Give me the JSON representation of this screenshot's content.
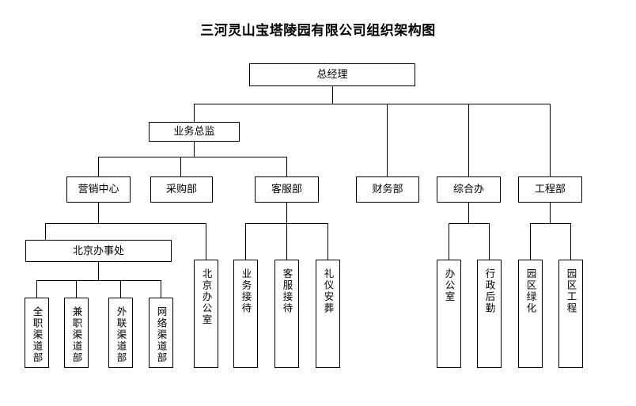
{
  "document": {
    "title": "三河灵山宝塔陵园有限公司组织架构图"
  },
  "chart_data": {
    "type": "diagram",
    "diagram_kind": "organizational-chart",
    "title": "三河灵山宝塔陵园有限公司组织架构图",
    "orientation": "top-down",
    "style": {
      "box_fill": "#ffffff",
      "box_stroke": "#000000",
      "connector_color": "#000000",
      "background": "#ffffff",
      "text_color": "#000000"
    },
    "levels": [
      [
        "总经理"
      ],
      [
        "业务总监"
      ],
      [
        "营销中心",
        "采购部",
        "客服部",
        "财务部",
        "综合办",
        "工程部"
      ],
      [
        "北京办事处",
        "北京办公室",
        "业务接待",
        "客服接待",
        "礼仪安葬",
        "办公室",
        "行政后勤",
        "园区绿化",
        "园区工程"
      ],
      [
        "全职渠道部",
        "兼职渠道部",
        "外联渠道部",
        "网络渠道部"
      ]
    ],
    "edges": [
      {
        "from": "总经理",
        "to": "业务总监"
      },
      {
        "from": "总经理",
        "to": "财务部"
      },
      {
        "from": "总经理",
        "to": "综合办"
      },
      {
        "from": "总经理",
        "to": "工程部"
      },
      {
        "from": "业务总监",
        "to": "营销中心"
      },
      {
        "from": "业务总监",
        "to": "采购部"
      },
      {
        "from": "业务总监",
        "to": "客服部"
      },
      {
        "from": "营销中心",
        "to": "北京办事处"
      },
      {
        "from": "营销中心",
        "to": "北京办公室"
      },
      {
        "from": "北京办事处",
        "to": "全职渠道部"
      },
      {
        "from": "北京办事处",
        "to": "兼职渠道部"
      },
      {
        "from": "北京办事处",
        "to": "外联渠道部"
      },
      {
        "from": "北京办事处",
        "to": "网络渠道部"
      },
      {
        "from": "客服部",
        "to": "业务接待"
      },
      {
        "from": "客服部",
        "to": "客服接待"
      },
      {
        "from": "客服部",
        "to": "礼仪安葬"
      },
      {
        "from": "综合办",
        "to": "办公室"
      },
      {
        "from": "综合办",
        "to": "行政后勤"
      },
      {
        "from": "工程部",
        "to": "园区绿化"
      },
      {
        "from": "工程部",
        "to": "园区工程"
      }
    ]
  },
  "nodes": {
    "general_manager": "总经理",
    "business_director": "业务总监",
    "marketing_center": "营销中心",
    "purchasing_dept": "采购部",
    "customer_service_dept": "客服部",
    "finance_dept": "财务部",
    "general_affairs_office": "综合办",
    "engineering_dept": "工程部",
    "beijing_office_branch": "北京办事处",
    "beijing_office_room": "北京办公室",
    "business_reception": "业务接待",
    "customer_reception": "客服接待",
    "ceremony_burial": "礼仪安葬",
    "admin_office": "办公室",
    "admin_logistics": "行政后勤",
    "park_landscaping": "园区绿化",
    "park_engineering": "园区工程",
    "fulltime_channel_dept": "全职渠道部",
    "parttime_channel_dept": "兼职渠道部",
    "liaison_channel_dept": "外联渠道部",
    "network_channel_dept": "网络渠道部"
  }
}
